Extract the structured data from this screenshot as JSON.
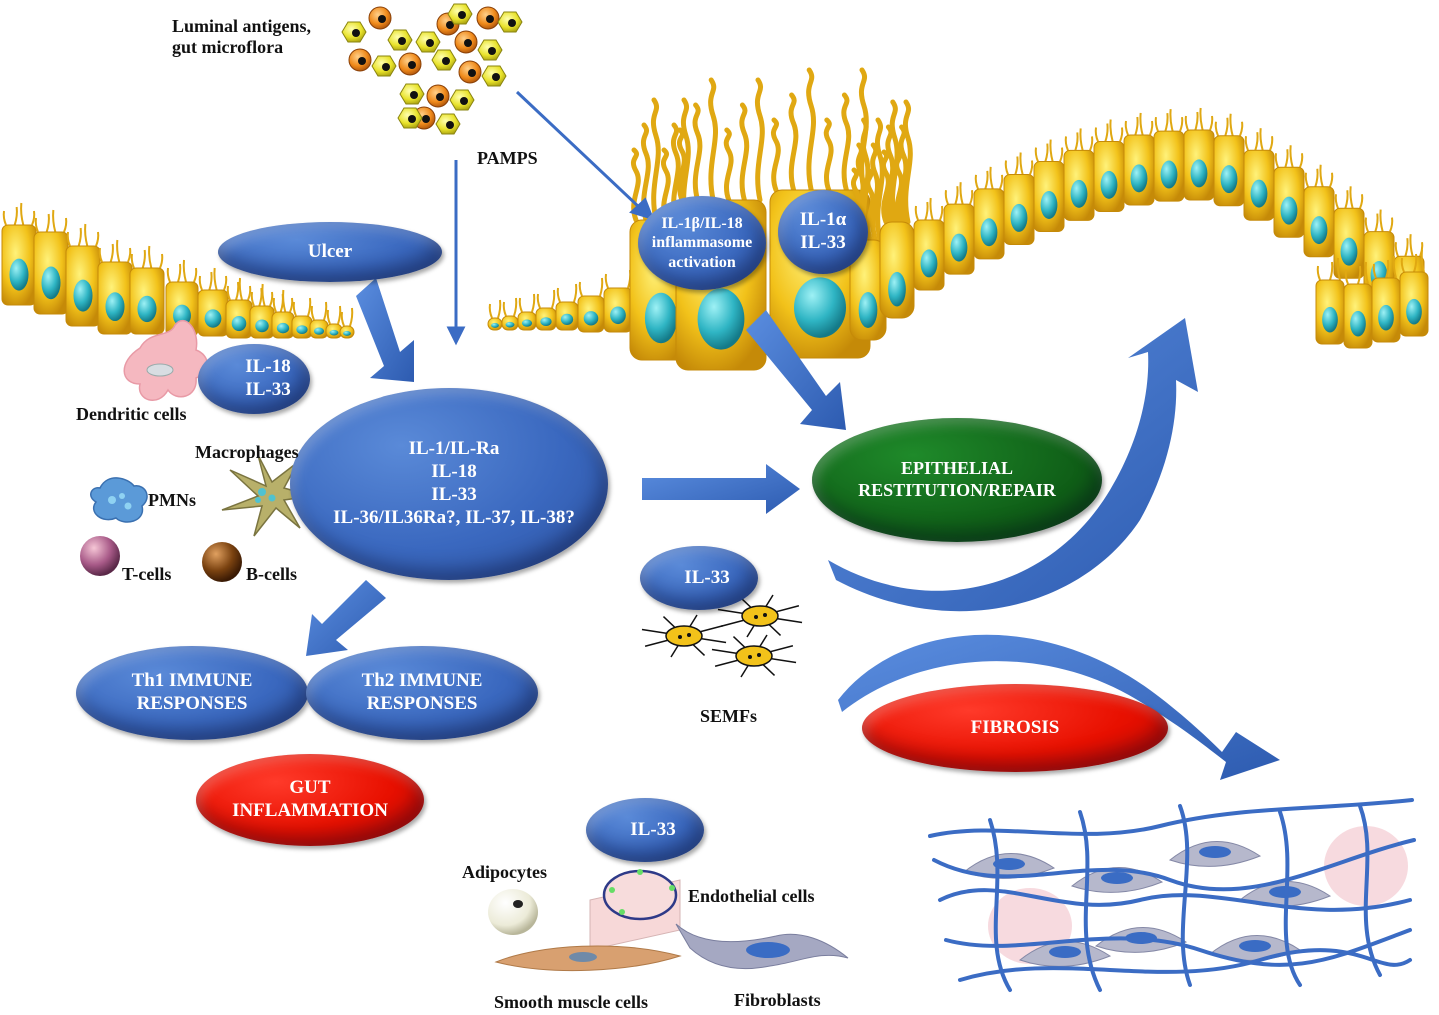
{
  "labels": {
    "luminal": "Luminal antigens,\ngut microflora",
    "pamps": "PAMPS",
    "dendritic": "Dendritic cells",
    "macrophages": "Macrophages",
    "pmns": "PMNs",
    "tcells": "T-cells",
    "bcells": "B-cells",
    "semfs": "SEMFs",
    "adipocytes": "Adipocytes",
    "endothelial": "Endothelial cells",
    "smooth_muscle": "Smooth muscle cells",
    "fibroblasts": "Fibroblasts"
  },
  "ovals": {
    "ulcer": "Ulcer",
    "dc_cytokines": "IL-18\nIL-33",
    "inflammasome": "IL-1β/IL-18\ninflammasome\nactivation",
    "il1a_il33": "IL-1α\nIL-33",
    "central": "IL-1/IL-Ra\nIL-18\nIL-33\nIL-36/IL36Ra?, IL-37, IL-38?",
    "epithelial": "EPITHELIAL\nRESTITUTION/REPAIR",
    "semf_il33": "IL-33",
    "th1": "Th1 IMMUNE\nRESPONSES",
    "th2": "Th2 IMMUNE\nRESPONSES",
    "gut_inflammation": "GUT\nINFLAMMATION",
    "fibrosis": "FIBROSIS",
    "stromal_il33": "IL-33"
  },
  "colors": {
    "blue": "#3a68bf",
    "green": "#106018",
    "red": "#e81000",
    "epithelium": "#f2c21a",
    "nucleus": "#2fb5c4",
    "arrow": "#3b6cc4"
  }
}
